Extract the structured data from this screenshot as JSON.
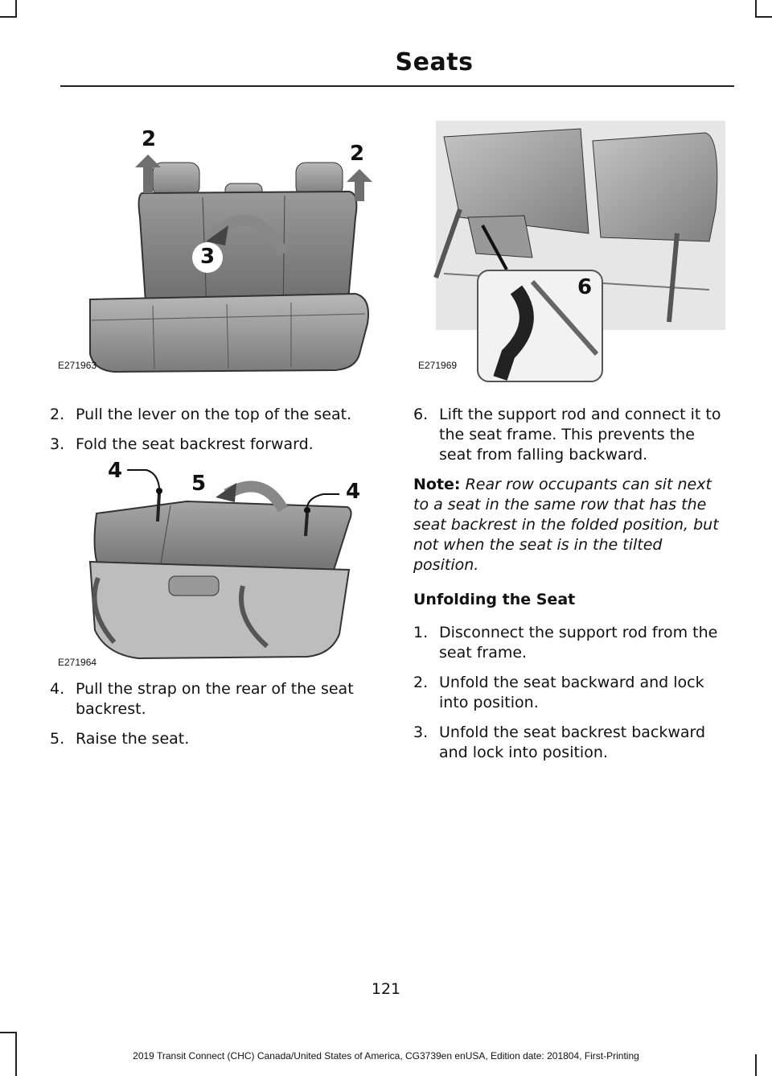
{
  "header": {
    "title": "Seats"
  },
  "figures": {
    "fig1": {
      "code": "E271963",
      "callouts": [
        "2",
        "2",
        "3"
      ]
    },
    "fig2": {
      "code": "E271969",
      "callouts": [
        "6"
      ]
    },
    "fig3": {
      "code": "E271964",
      "callouts": [
        "4",
        "5",
        "4"
      ]
    }
  },
  "left_column": {
    "steps_a": [
      {
        "num": "2.",
        "text": "Pull the lever on the top of the seat."
      },
      {
        "num": "3.",
        "text": "Fold the seat backrest forward."
      }
    ],
    "steps_b": [
      {
        "num": "4.",
        "text": "Pull the strap on the rear of the seat backrest."
      },
      {
        "num": "5.",
        "text": "Raise the seat."
      }
    ]
  },
  "right_column": {
    "step6": {
      "num": "6.",
      "text": "Lift the support rod and connect it to the seat frame.  This prevents the seat from falling backward."
    },
    "note": {
      "label": "Note:",
      "text": "Rear row occupants can sit next to a seat in the same row that has the seat backrest in the folded position, but not when the seat is in the tilted position."
    },
    "section_heading": "Unfolding the Seat",
    "unfold_steps": [
      {
        "num": "1.",
        "text": "Disconnect the support rod from the seat frame."
      },
      {
        "num": "2.",
        "text": "Unfold the seat backward and lock into position."
      },
      {
        "num": "3.",
        "text": "Unfold the seat backrest backward and lock into position."
      }
    ]
  },
  "page_number": "121",
  "footer": "2019 Transit Connect (CHC) Canada/United States of America, CG3739en enUSA, Edition date: 201804, First-Printing"
}
